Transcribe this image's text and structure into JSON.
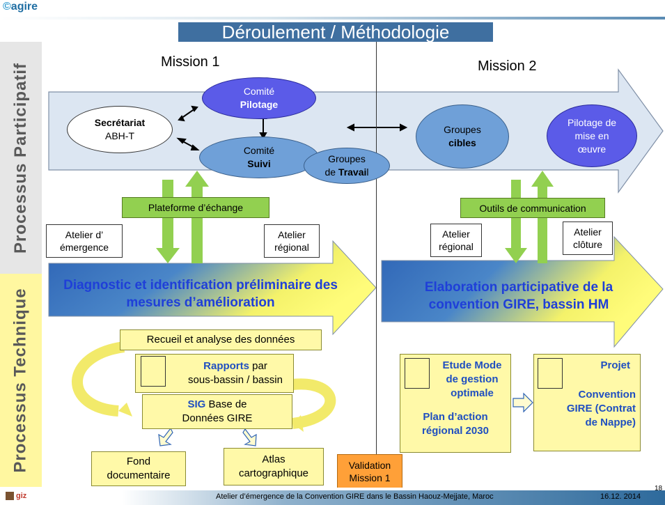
{
  "header": {
    "logo": "agire",
    "title": "Déroulement / Méthodologie"
  },
  "sidebar": {
    "top_label": "Processus Participatif",
    "bottom_label": "Processus Technique"
  },
  "missions": {
    "mission1": "Mission 1",
    "mission2": "Mission 2"
  },
  "participatory": {
    "secretariat": {
      "bold": "Secrétariat",
      "normal": "ABH-T"
    },
    "comite_pilotage": {
      "normal": "Comité",
      "bold": "Pilotage"
    },
    "comite_suivi": {
      "normal": "Comité",
      "bold": "Suivi"
    },
    "groupes_travail": {
      "line1": "Groupes",
      "line2_normal": "de ",
      "line2_bold": "Travai",
      "line2_tail": "l"
    },
    "groupes_cibles": {
      "normal": "Groupes",
      "bold": "cibles"
    },
    "pilotage_oeuvre": "Pilotage de mise en œuvre"
  },
  "labels": {
    "plateforme": "Plateforme d’échange",
    "outils": "Outils de communication",
    "atelier_emergence": "Atelier d’ émergence",
    "atelier_regional_1": "Atelier régional",
    "atelier_regional_2": "Atelier régional",
    "atelier_cloture": "Atelier clôture"
  },
  "arrows": {
    "diagnostic": "Diagnostic et identification préliminaire des mesures d’amélioration",
    "elaboration": "Elaboration participative de la convention GIRE, bassin HM"
  },
  "technical": {
    "recueil": "Recueil et analyse des données",
    "rapports_bold": "Rapports",
    "rapports_rest1": " par",
    "rapports_rest2": "sous-bassin / bassin",
    "sig_bold": "SIG",
    "sig_rest1": " Base de",
    "sig_rest2": "Données GIRE",
    "fond": "Fond documentaire",
    "atlas": "Atlas cartographique",
    "validation": "Validation Mission 1",
    "etude": "Etude Mode de gestion optimale",
    "plan": "Plan d’action régional 2030",
    "projet": "Projet",
    "convention": "Convention GIRE (Contrat de Nappe)"
  },
  "footer": {
    "text": "Atelier d’émergence de la Convention GIRE dans le Bassin Haouz-Mejjate, Maroc",
    "date": "16.12. 2014",
    "page": "18",
    "logo": "giz"
  }
}
